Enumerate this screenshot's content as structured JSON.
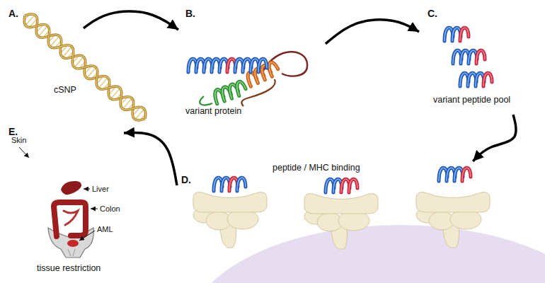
{
  "diagram": {
    "nodes": [
      {
        "text": [
          "A.",
          "cSNP"
        ]
      },
      {
        "text": [
          "B.",
          "variant protein"
        ]
      },
      {
        "text": [
          "C.",
          "variant peptide pool"
        ]
      },
      {
        "text": [
          "D.",
          "peptide / MHC binding"
        ]
      },
      {
        "text": [
          "E.",
          "tissue restriction"
        ]
      }
    ],
    "edges": [
      {
        "from": 0,
        "to": 1,
        "arrow": "to"
      },
      {
        "from": 1,
        "to": 2,
        "arrow": "to"
      },
      {
        "from": 2,
        "to": 3,
        "arrow": "to"
      },
      {
        "from": 3,
        "to": 4,
        "arrow": "to"
      }
    ],
    "labels": [
      "Skin",
      "Liver",
      "Colon",
      "AML"
    ]
  }
}
